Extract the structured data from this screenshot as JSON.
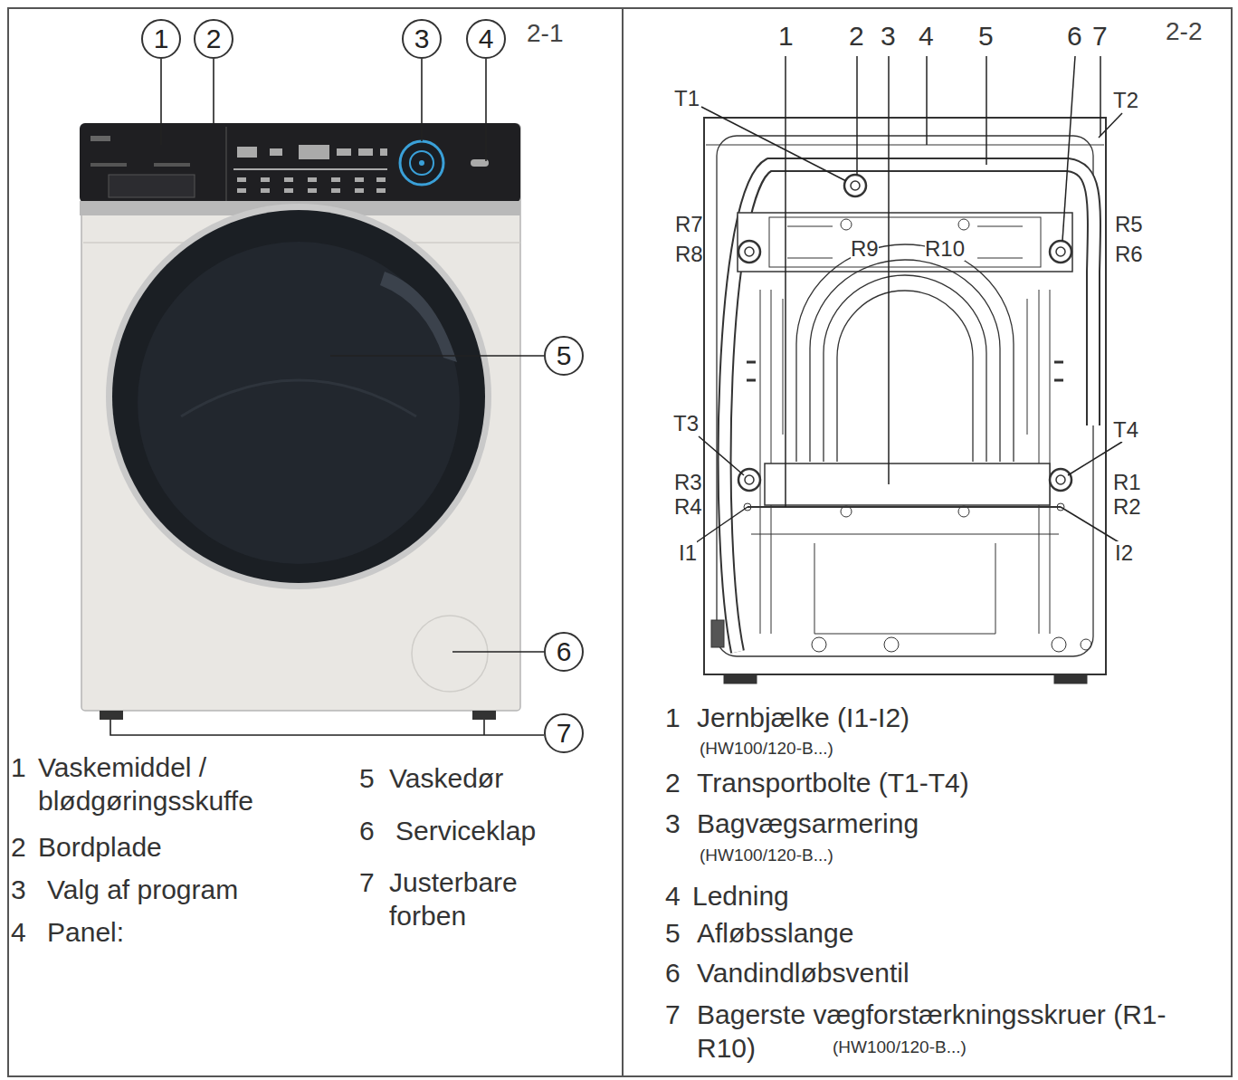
{
  "diagram": {
    "nodes": [
      {
        "text": [
          "2-1"
        ]
      },
      {
        "text": [
          "2-2"
        ]
      },
      {
        "text": [
          "1"
        ],
        "in": 0
      },
      {
        "text": [
          "2"
        ],
        "in": 0
      },
      {
        "text": [
          "3"
        ],
        "in": 0
      },
      {
        "text": [
          "4"
        ],
        "in": 0
      },
      {
        "text": [
          "5"
        ],
        "in": 0
      },
      {
        "text": [
          "6"
        ],
        "in": 0
      },
      {
        "text": [
          "7"
        ],
        "in": 0
      }
    ],
    "labels": [
      "1",
      "Vaskemiddel / blødgøringsskuffe",
      "2",
      "Bordplade",
      "3",
      "Valg af program",
      "4",
      "Panel:",
      "5",
      "Vaskedør",
      "6",
      "Serviceklap",
      "7",
      "Justerbare forben",
      "1",
      "2",
      "3",
      "4",
      "5",
      "6",
      "7",
      "T1",
      "T2",
      "R7",
      "R8",
      "R9",
      "R10",
      "R5",
      "R6",
      "T3",
      "T4",
      "R3",
      "R4",
      "R1",
      "R2",
      "I1",
      "I2",
      "1",
      "Jernbjælke (I1-I2)",
      "(HW100/120-B...)",
      "2",
      "Transportbolte (T1-T4)",
      "3",
      "Bagvægsarmering",
      "(HW100/120-B...)",
      "4",
      "Ledning",
      "5",
      "Afløbsslange",
      "6",
      "Vandindløbsventil",
      "7",
      "Bagerste vægforstærkningsskruer (R1-R10)",
      "(HW100/120-B...)"
    ]
  }
}
